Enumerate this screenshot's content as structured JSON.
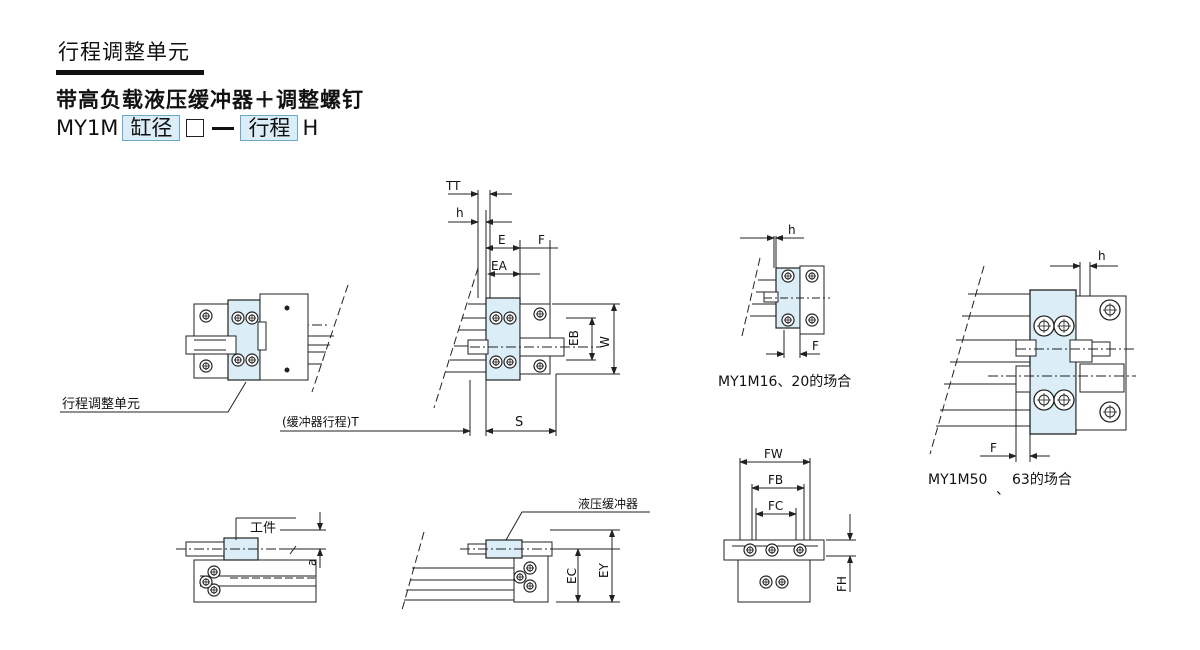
{
  "header": {
    "title": "行程调整单元",
    "subtitle": "带高负载液压缓冲器＋调整螺钉",
    "model_prefix": "MY1M",
    "model_bore": "缸径",
    "model_stroke": "行程",
    "model_suffix": "H"
  },
  "labels": {
    "unit_callout": "行程调整单元",
    "buffer_stroke": "(缓冲器行程)T",
    "S": "S",
    "TT": "TT",
    "h": "h",
    "E": "E",
    "F": "F",
    "EA": "EA",
    "EB": "EB",
    "W": "W",
    "workpiece": "工件",
    "a": "a",
    "hydraulic_buffer": "液压缓冲器",
    "EC": "EC",
    "EY": "EY",
    "FW": "FW",
    "FB": "FB",
    "FC": "FC",
    "FH": "FH",
    "caption_small": "MY1M16、20的场合",
    "caption_large_a": "MY1M50",
    "caption_large_sep": "、",
    "caption_large_b": "63的场合"
  },
  "colors": {
    "block_fill": "#dbeef7",
    "line": "#222222"
  }
}
